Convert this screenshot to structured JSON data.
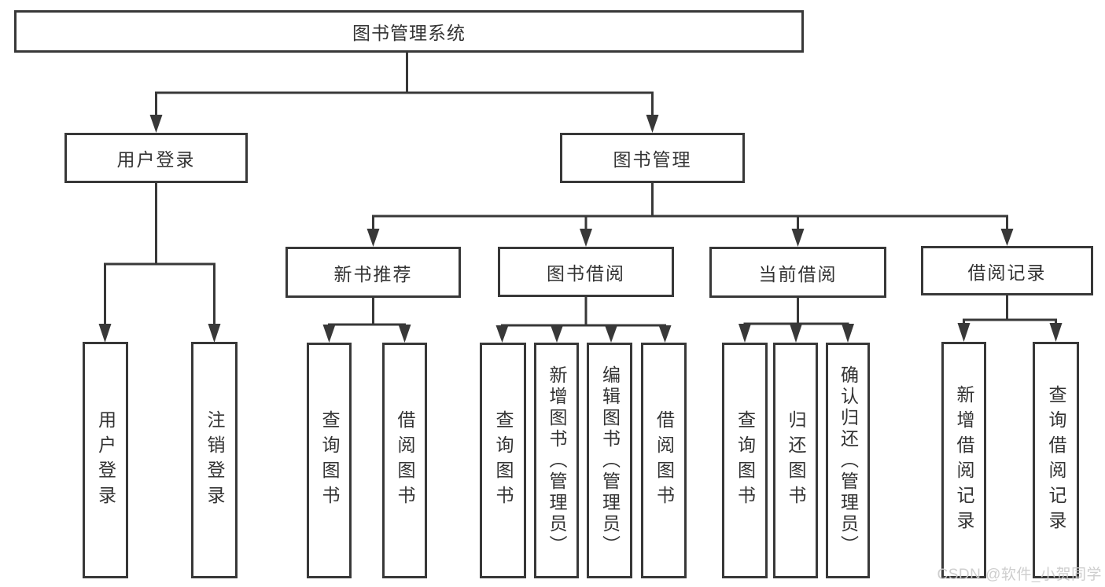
{
  "diagram_title": "图书管理系统",
  "tree": {
    "label": "图书管理系统",
    "children": [
      {
        "label": "用户登录",
        "children": [
          {
            "label": "用户登录"
          },
          {
            "label": "注销登录"
          }
        ]
      },
      {
        "label": "图书管理",
        "children": [
          {
            "label": "新书推荐",
            "children": [
              {
                "label": "查询图书"
              },
              {
                "label": "借阅图书"
              }
            ]
          },
          {
            "label": "图书借阅",
            "children": [
              {
                "label": "查询图书"
              },
              {
                "label": "新增图书（管理员）"
              },
              {
                "label": "编辑图书（管理员）"
              },
              {
                "label": "借阅图书"
              }
            ]
          },
          {
            "label": "当前借阅",
            "children": [
              {
                "label": "查询图书"
              },
              {
                "label": "归还图书"
              },
              {
                "label": "确认归还（管理员）"
              }
            ]
          },
          {
            "label": "借阅记录",
            "children": [
              {
                "label": "新增借阅记录"
              },
              {
                "label": "查询借阅记录"
              }
            ]
          }
        ]
      }
    ]
  },
  "watermark": "CSDN @软件_小贺同学",
  "colors": {
    "line": "#383838",
    "text": "#333333",
    "background": "#ffffff",
    "watermark": "#cccccc"
  }
}
